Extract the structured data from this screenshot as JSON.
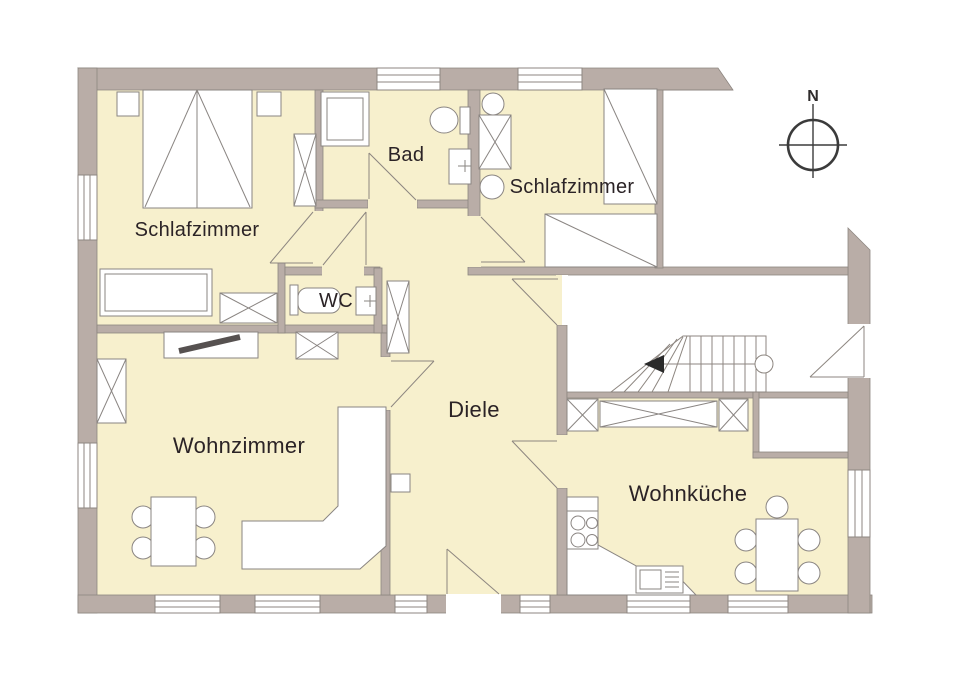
{
  "floorplan": {
    "rooms": [
      {
        "id": "schlafzimmer-left",
        "label": "Schlafzimmer"
      },
      {
        "id": "bad",
        "label": "Bad"
      },
      {
        "id": "schlafzimmer-right",
        "label": "Schlafzimmer"
      },
      {
        "id": "wc",
        "label": "WC"
      },
      {
        "id": "wohnzimmer",
        "label": "Wohnzimmer"
      },
      {
        "id": "diele",
        "label": "Diele"
      },
      {
        "id": "wohnkueche",
        "label": "Wohnküche"
      }
    ],
    "compass": {
      "north_label": "N"
    },
    "colors": {
      "room_fill": "#f7f0cd",
      "wall_fill": "#b9ada7",
      "wall_stroke": "#8d8680",
      "furniture_stroke": "#8a8582",
      "text_color": "#2b2326",
      "tv_bar": "#565150",
      "stair_arrow": "#2a2a2a"
    }
  }
}
